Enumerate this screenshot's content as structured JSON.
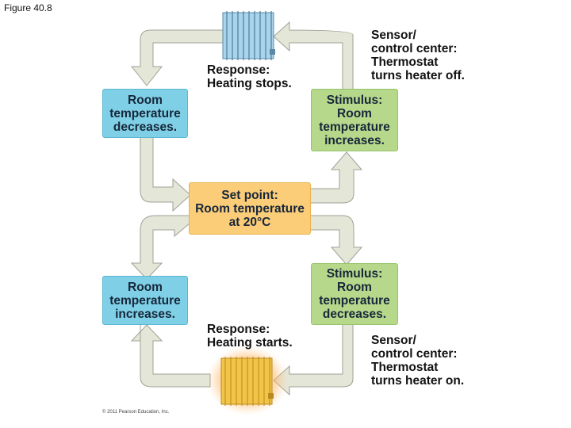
{
  "figure_label": "Figure 40.8",
  "top_loop": {
    "box_left": [
      "Room",
      "temperature",
      "decreases."
    ],
    "box_right": [
      "Stimulus:",
      "Room",
      "temperature",
      "increases."
    ],
    "response": [
      "Response:",
      "Heating stops."
    ],
    "sensor": [
      "Sensor/",
      "control center:",
      "Thermostat",
      "turns heater off."
    ]
  },
  "set_point": [
    "Set point:",
    "Room temperature",
    "at 20°C"
  ],
  "bottom_loop": {
    "box_left": [
      "Room",
      "temperature",
      "increases."
    ],
    "box_right": [
      "Stimulus:",
      "Room",
      "temperature",
      "decreases."
    ],
    "response": [
      "Response:",
      "Heating starts."
    ],
    "sensor": [
      "Sensor/",
      "control center:",
      "Thermostat",
      "turns heater on."
    ]
  },
  "copyright": "© 2011 Pearson Education, Inc.",
  "colors": {
    "cool_box": "#7fd0e6",
    "stimulus_box": "#b5d88b",
    "set_point_box": "#fbcd78",
    "arrow_fill": "#e4e6d8",
    "heater_off": "#a9d4ec",
    "heater_on": "#f2c44a"
  },
  "icons": [
    "heater-off-icon",
    "heater-on-icon"
  ]
}
